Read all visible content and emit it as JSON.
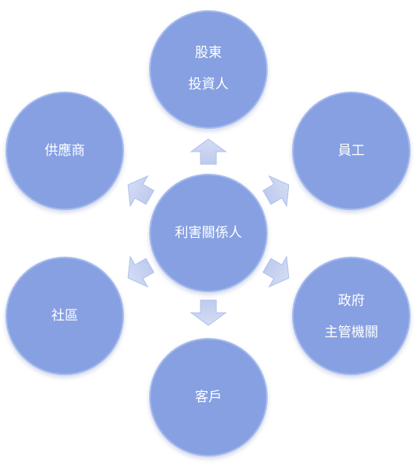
{
  "diagram": {
    "center": {
      "lines": [
        "利害關係人"
      ]
    },
    "satellites": [
      {
        "id": "shareholder",
        "lines": [
          "股東",
          "投資人"
        ]
      },
      {
        "id": "employee",
        "lines": [
          "員工"
        ]
      },
      {
        "id": "government",
        "lines": [
          "政府",
          "主管機關"
        ]
      },
      {
        "id": "customer",
        "lines": [
          "客戶"
        ]
      },
      {
        "id": "community",
        "lines": [
          "社區"
        ]
      },
      {
        "id": "supplier",
        "lines": [
          "供應商"
        ]
      }
    ]
  },
  "colors": {
    "circle_fill": "#86A0E2",
    "circle_edge": "#A5B9EE",
    "arrow_fill": "#C9D4F1",
    "arrow_edge": "#AFC0EC",
    "label_text": "#FFFFFF",
    "background": "#FFFFFF"
  }
}
